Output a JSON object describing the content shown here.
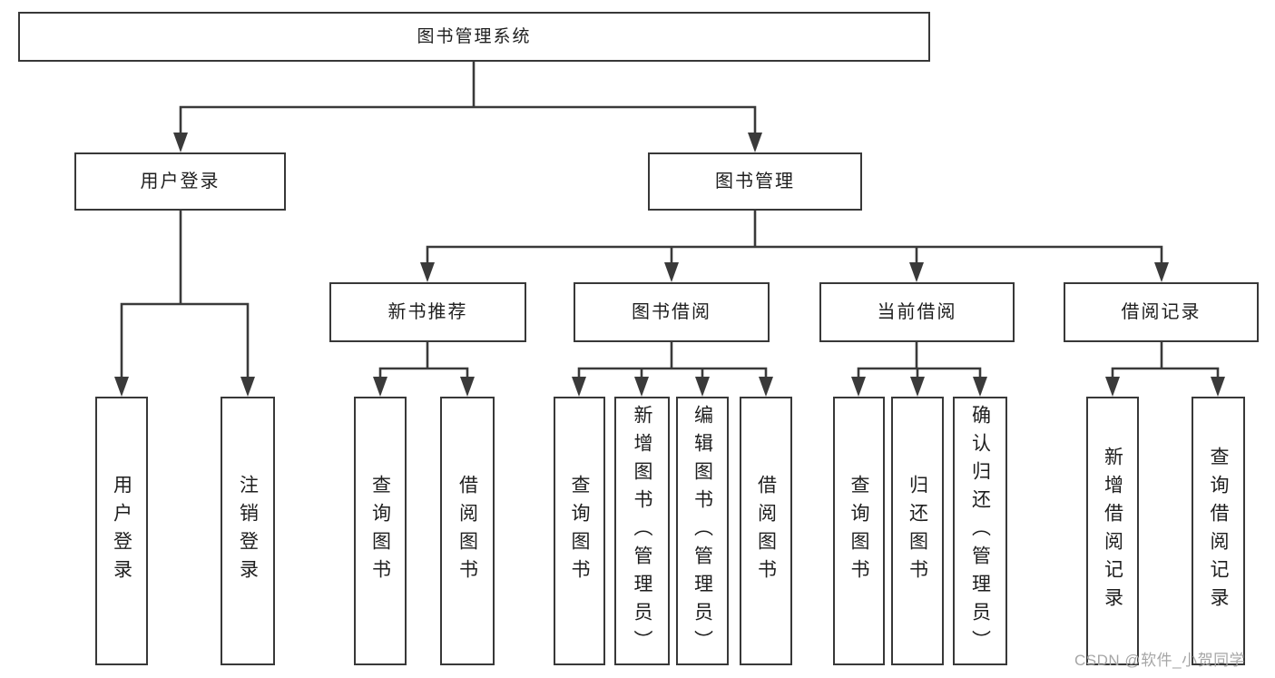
{
  "tree": {
    "label": "图书管理系统",
    "children": [
      {
        "label": "用户登录",
        "children": [
          {
            "label": "用户登录"
          },
          {
            "label": "注销登录"
          }
        ]
      },
      {
        "label": "图书管理",
        "children": [
          {
            "label": "新书推荐",
            "children": [
              {
                "label": "查询图书"
              },
              {
                "label": "借阅图书"
              }
            ]
          },
          {
            "label": "图书借阅",
            "children": [
              {
                "label": "查询图书"
              },
              {
                "label": "新增图书（管理员）"
              },
              {
                "label": "编辑图书（管理员）"
              },
              {
                "label": "借阅图书"
              }
            ]
          },
          {
            "label": "当前借阅",
            "children": [
              {
                "label": "查询图书"
              },
              {
                "label": "归还图书"
              },
              {
                "label": "确认归还（管理员）"
              }
            ]
          },
          {
            "label": "借阅记录",
            "children": [
              {
                "label": "新增借阅记录"
              },
              {
                "label": "查询借阅记录"
              }
            ]
          }
        ]
      }
    ]
  },
  "watermark": {
    "text": "CSDN @软件_小贺同学"
  },
  "colors": {
    "line": "#3a3a3a",
    "box_border": "#383838",
    "box_fill": "#ffffff",
    "text": "#1e1e1e",
    "watermark": "#a6a6a6",
    "background": "#ffffff"
  }
}
